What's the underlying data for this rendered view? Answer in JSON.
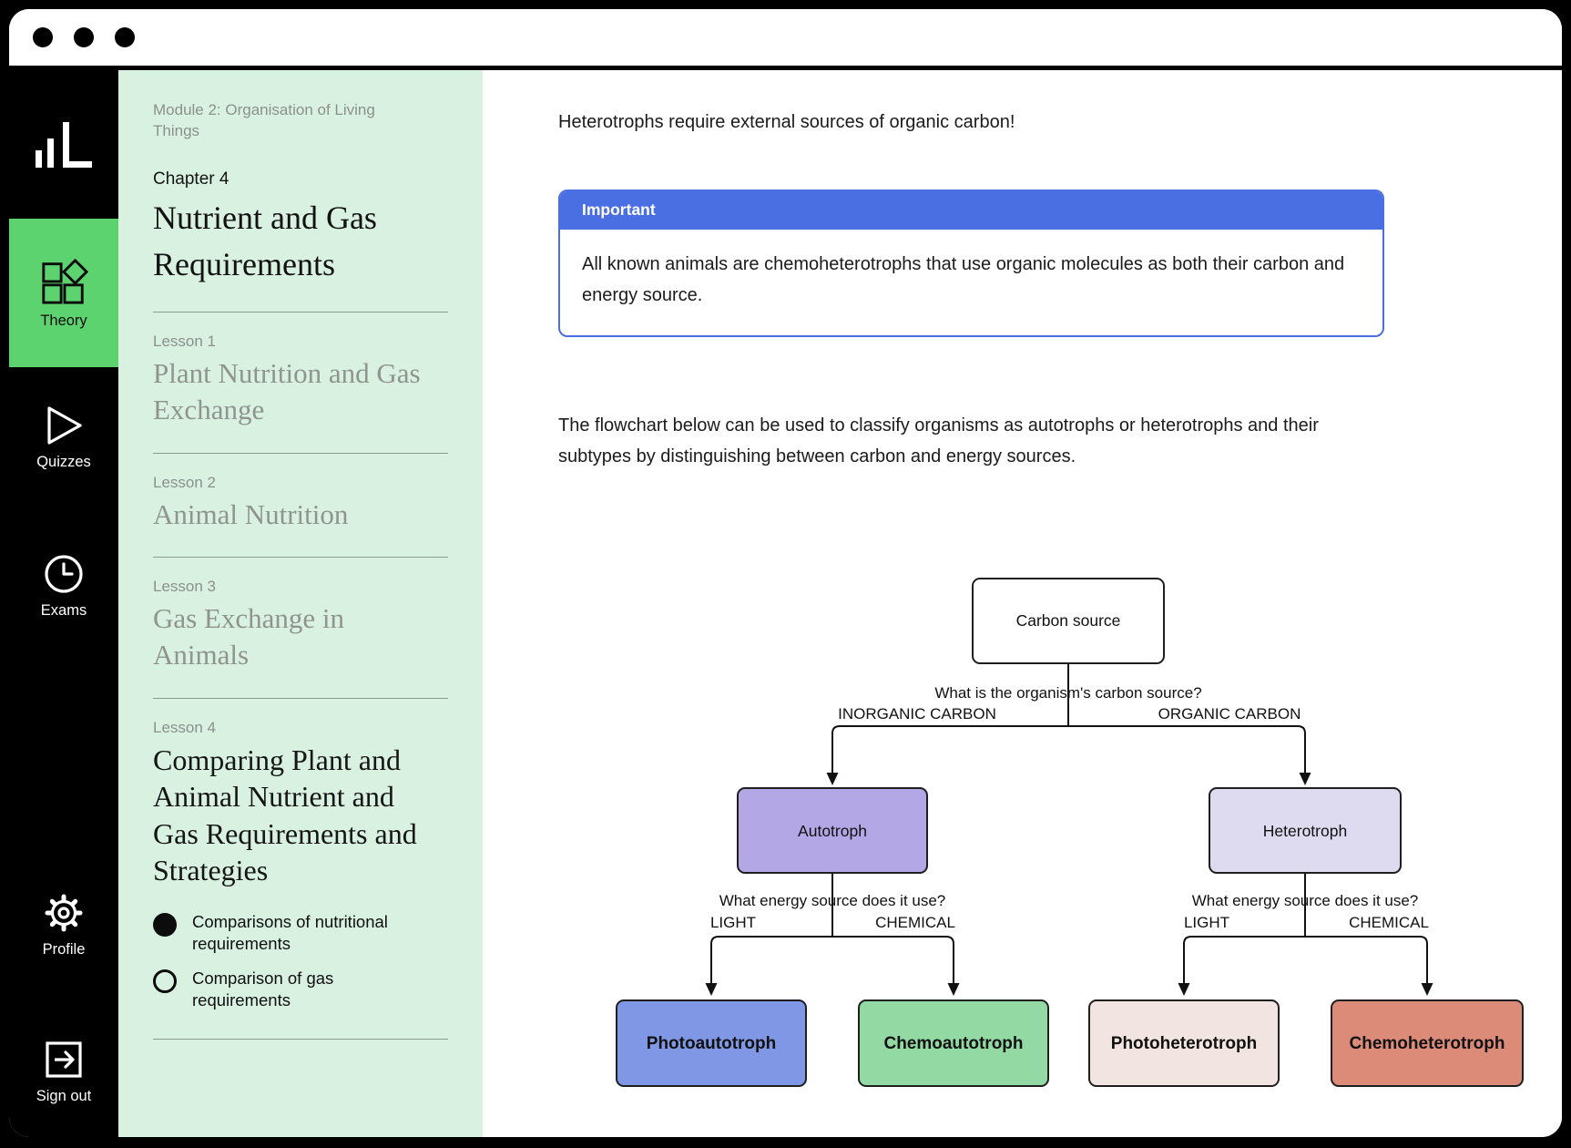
{
  "sidebar": {
    "items": [
      {
        "label": "Theory",
        "icon": "blocks-icon",
        "active": true
      },
      {
        "label": "Quizzes",
        "icon": "play-icon",
        "active": false
      },
      {
        "label": "Exams",
        "icon": "clock-icon",
        "active": false
      },
      {
        "label": "Profile",
        "icon": "gear-icon",
        "active": false
      },
      {
        "label": "Sign out",
        "icon": "sign-out-icon",
        "active": false
      }
    ],
    "active_color": "#5cd36e"
  },
  "lesson_panel": {
    "module_label": "Module 2: Organisation of Living Things",
    "chapter_label": "Chapter 4",
    "chapter_title": "Nutrient and Gas Requirements",
    "lessons": [
      {
        "label": "Lesson 1",
        "title": "Plant Nutrition and Gas Exchange",
        "active": false
      },
      {
        "label": "Lesson 2",
        "title": "Animal Nutrition",
        "active": false
      },
      {
        "label": "Lesson 3",
        "title": "Gas Exchange in Animals",
        "active": false
      },
      {
        "label": "Lesson 4",
        "title": "Comparing Plant and Animal Nutrient and Gas Requirements and Strategies",
        "active": true
      }
    ],
    "lesson4_items": [
      {
        "text": "Comparisons of nutritional requirements",
        "state": "filled"
      },
      {
        "text": "Comparison of gas requirements",
        "state": "empty"
      }
    ],
    "background": "#d9f1e1"
  },
  "content": {
    "intro": "Heterotrophs require external sources of organic carbon!",
    "callout": {
      "title": "Important",
      "body": "All known animals are chemoheterotrophs that use organic molecules as both their carbon and energy source.",
      "accent": "#4a6fe3"
    },
    "paragraph": "The flowchart below can be used to classify organisms as autotrophs or heterotrophs and their subtypes by distinguishing between carbon and energy sources."
  },
  "flowchart": {
    "type": "decision-tree",
    "question_carbon": "What is the organism's carbon source?",
    "question_energy": "What energy source does it use?",
    "label_inorganic": "INORGANIC CARBON",
    "label_organic": "ORGANIC CARBON",
    "label_light": "LIGHT",
    "label_chemical": "CHEMICAL",
    "nodes": {
      "carbon": {
        "label": "Carbon source",
        "fill": "#ffffff"
      },
      "autotroph": {
        "label": "Autotroph",
        "fill": "#b4a7e5"
      },
      "heterotroph": {
        "label": "Heterotroph",
        "fill": "#dedaf0"
      },
      "photoautotroph": {
        "label": "Photoautotroph",
        "fill": "#7f97e4"
      },
      "chemoautotroph": {
        "label": "Chemoautotroph",
        "fill": "#93d9a3"
      },
      "photoheterotroph": {
        "label": "Photoheterotroph",
        "fill": "#f2e4e1"
      },
      "chemoheterotroph": {
        "label": "Chemoheterotroph",
        "fill": "#dd8b79"
      }
    },
    "edges": [
      {
        "from": "carbon",
        "to": "autotroph",
        "label": "INORGANIC CARBON"
      },
      {
        "from": "carbon",
        "to": "heterotroph",
        "label": "ORGANIC CARBON"
      },
      {
        "from": "autotroph",
        "to": "photoautotroph",
        "label": "LIGHT"
      },
      {
        "from": "autotroph",
        "to": "chemoautotroph",
        "label": "CHEMICAL"
      },
      {
        "from": "heterotroph",
        "to": "photoheterotroph",
        "label": "LIGHT"
      },
      {
        "from": "heterotroph",
        "to": "chemoheterotroph",
        "label": "CHEMICAL"
      }
    ]
  }
}
